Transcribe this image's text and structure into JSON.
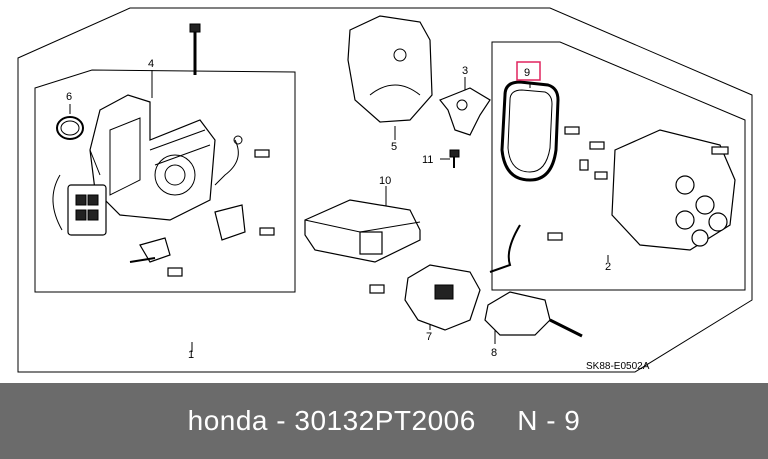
{
  "diagram": {
    "callouts": {
      "p1": "1",
      "p2": "2",
      "p3": "3",
      "p4": "4",
      "p5": "5",
      "p6": "6",
      "p7": "7",
      "p8": "8",
      "p9": "9",
      "p10": "10",
      "p11": "11"
    },
    "reference_code": "SK88-E0502A",
    "highlight_color": "#e0245e"
  },
  "caption": {
    "text": "honda - 30132PT2006     N - 9"
  }
}
